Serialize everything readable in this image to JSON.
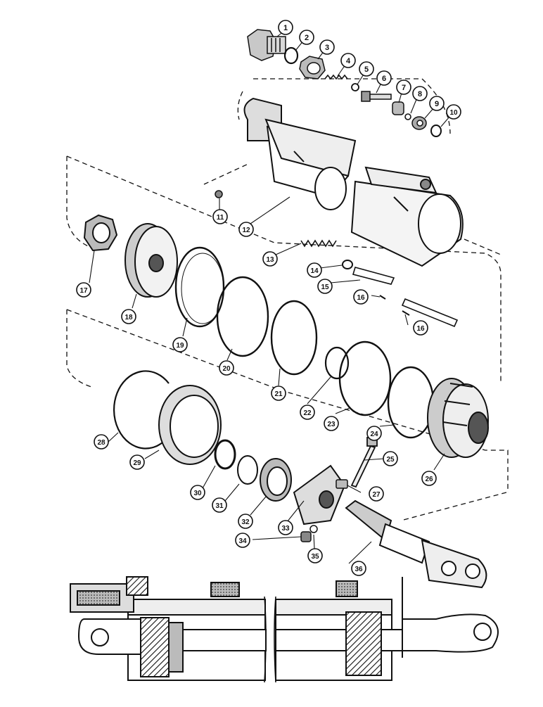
{
  "callouts": [
    "1",
    "2",
    "3",
    "4",
    "5",
    "6",
    "7",
    "8",
    "9",
    "10",
    "11",
    "12",
    "13",
    "14",
    "15",
    "16",
    "16",
    "17",
    "18",
    "19",
    "20",
    "21",
    "22",
    "23",
    "24",
    "25",
    "26",
    "27",
    "28",
    "29",
    "30",
    "31",
    "32",
    "33",
    "34",
    "35",
    "36"
  ],
  "colors": {
    "ink": "#111111",
    "paper": "#ffffff",
    "shade": "#9a9a9a",
    "dark": "#333333"
  }
}
